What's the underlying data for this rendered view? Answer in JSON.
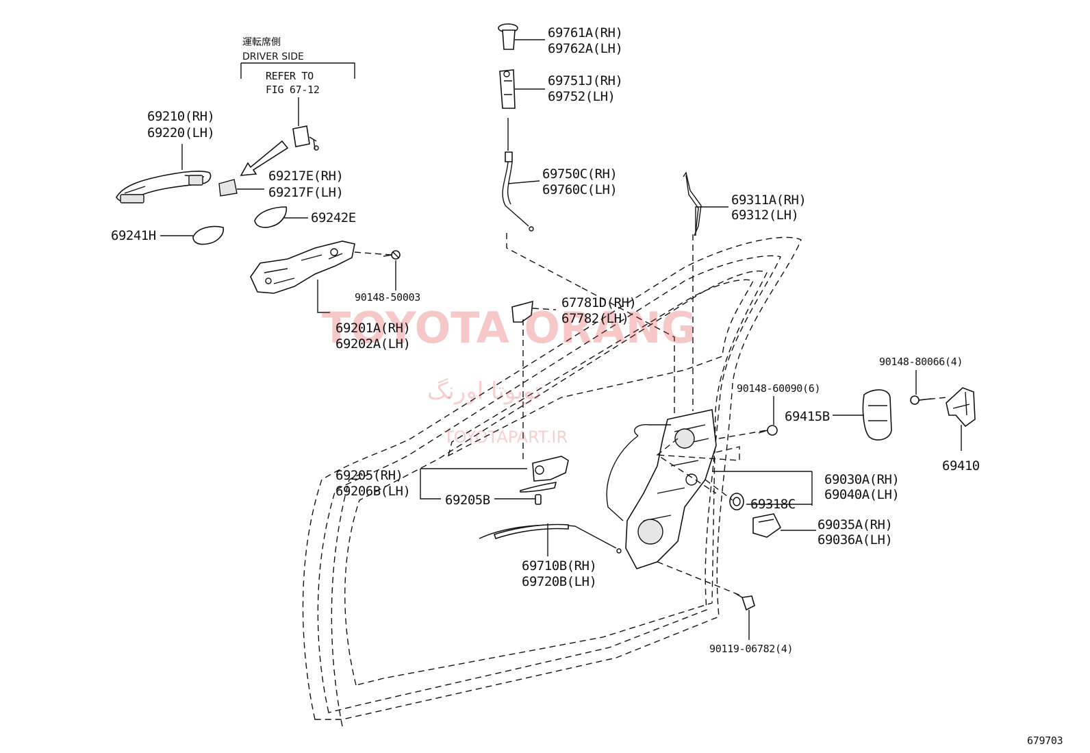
{
  "header": {
    "note_jp": "運転席側",
    "note_en": "DRIVER SIDE",
    "refer_line1": "REFER TO",
    "refer_line2": "FIG 67-12"
  },
  "watermark": {
    "brand": "TOYOTA ORANG",
    "persian": "تویوتا اورنگ",
    "site": "TOYOTAPART.IR"
  },
  "labels": {
    "p69210": "69210(RH)",
    "p69220": "69220(LH)",
    "p69217E": "69217E(RH)",
    "p69217F": "69217F(LH)",
    "p69242E": "69242E",
    "p69241H": "69241H",
    "p90148_50003": "90148-50003",
    "p69201A": "69201A(RH)",
    "p69202A": "69202A(LH)",
    "p69761A": "69761A(RH)",
    "p69762A": "69762A(LH)",
    "p69751J": "69751J(RH)",
    "p69752": "69752(LH)",
    "p69750C": "69750C(RH)",
    "p69760C": "69760C(LH)",
    "p67781D": "67781D(RH)",
    "p67782": "67782(LH)",
    "p69311A": "69311A(RH)",
    "p69312": "69312(LH)",
    "p90148_80066": "90148-80066(4)",
    "p90148_60090": "90148-60090(6)",
    "p69415B": "69415B",
    "p69410": "69410",
    "p69205": "69205(RH)",
    "p69206B": "69206B(LH)",
    "p69205B": "69205B",
    "p69030A": "69030A(RH)",
    "p69040A": "69040A(LH)",
    "p69318C": "69318C",
    "p69035A": "69035A(RH)",
    "p69036A": "69036A(LH)",
    "p69710B": "69710B(RH)",
    "p69720B": "69720B(LH)",
    "p90119_06782": "90119-06782(4)"
  },
  "figure_number": "679703"
}
